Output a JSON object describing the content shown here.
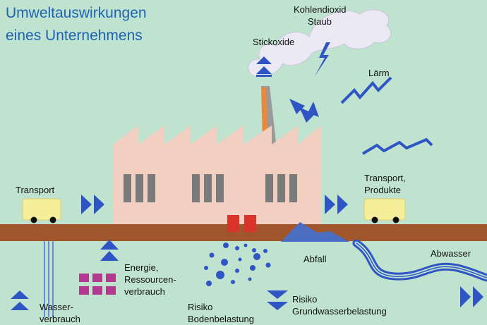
{
  "title": {
    "line1": "Umweltauswirkungen",
    "line2": "eines Unternehmens"
  },
  "emissions": {
    "co2": "Kohlendioxid",
    "dust": "Staub",
    "nox": "Stickoxide",
    "noise": "Lärm"
  },
  "transport_in": "Transport",
  "transport_out": {
    "line1": "Transport,",
    "line2": "Produkte"
  },
  "waste": "Abfall",
  "wastewater": "Abwasser",
  "energy": {
    "line1": "Energie,",
    "line2": "Ressourcen-",
    "line3": "verbrauch"
  },
  "water": {
    "line1": "Wasser-",
    "line2": "verbrauch"
  },
  "soil_risk": {
    "line1": "Risiko",
    "line2": "Bodenbelastung"
  },
  "groundwater_risk": {
    "line1": "Risiko",
    "line2": "Grundwasserbelastung"
  },
  "colors": {
    "background": "#bfe3cf",
    "title": "#1f63b5",
    "factory": "#f2cfc1",
    "ground": "#a0562a",
    "arrows": "#2f55c4",
    "truck": "#f5ee9a",
    "energy_squares": "#b23a8e",
    "container": "#d9332a"
  }
}
